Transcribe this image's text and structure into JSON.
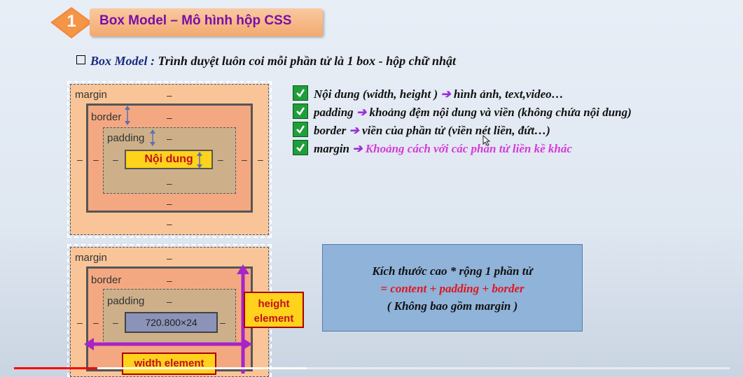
{
  "header": {
    "number": "1",
    "title": "Box Model – Mô hình hộp CSS"
  },
  "subtitle": {
    "lead": "Box Model :",
    "text": " Trình duyệt luôn coi mỗi phần tử là 1 box -  hộp chữ nhật"
  },
  "diagram1": {
    "margin": "margin",
    "border": "border",
    "padding": "padding",
    "content": "Nội dung",
    "dash": "–"
  },
  "diagram2": {
    "margin": "margin",
    "border": "border",
    "padding": "padding",
    "content": "720.800×24",
    "height_tag": "height element",
    "width_tag": "width element",
    "dash": "–"
  },
  "list": [
    {
      "term": "Nội dung (width, height )",
      "desc": "hình ảnh, text,video…"
    },
    {
      "term": "padding",
      "desc": "khoảng đệm nội dung và viền (không chứa nội dung)"
    },
    {
      "term": "border",
      "desc": "viền của phần tử (viền nét liền, đứt…)"
    },
    {
      "term": "margin",
      "desc": "Khoảng cách với các phần tử liền kề khác"
    }
  ],
  "formula": {
    "line1": "Kích thước cao * rộng 1 phần tử",
    "line2": "= content + padding + border",
    "line3": "( Không bao gồm margin )"
  },
  "video": {
    "progress": 0.116
  },
  "colors": {
    "accent": "#7a0fa8",
    "check": "#1f9e3a",
    "arrow": "#9b2fd9",
    "formula_red": "#e0161e"
  }
}
